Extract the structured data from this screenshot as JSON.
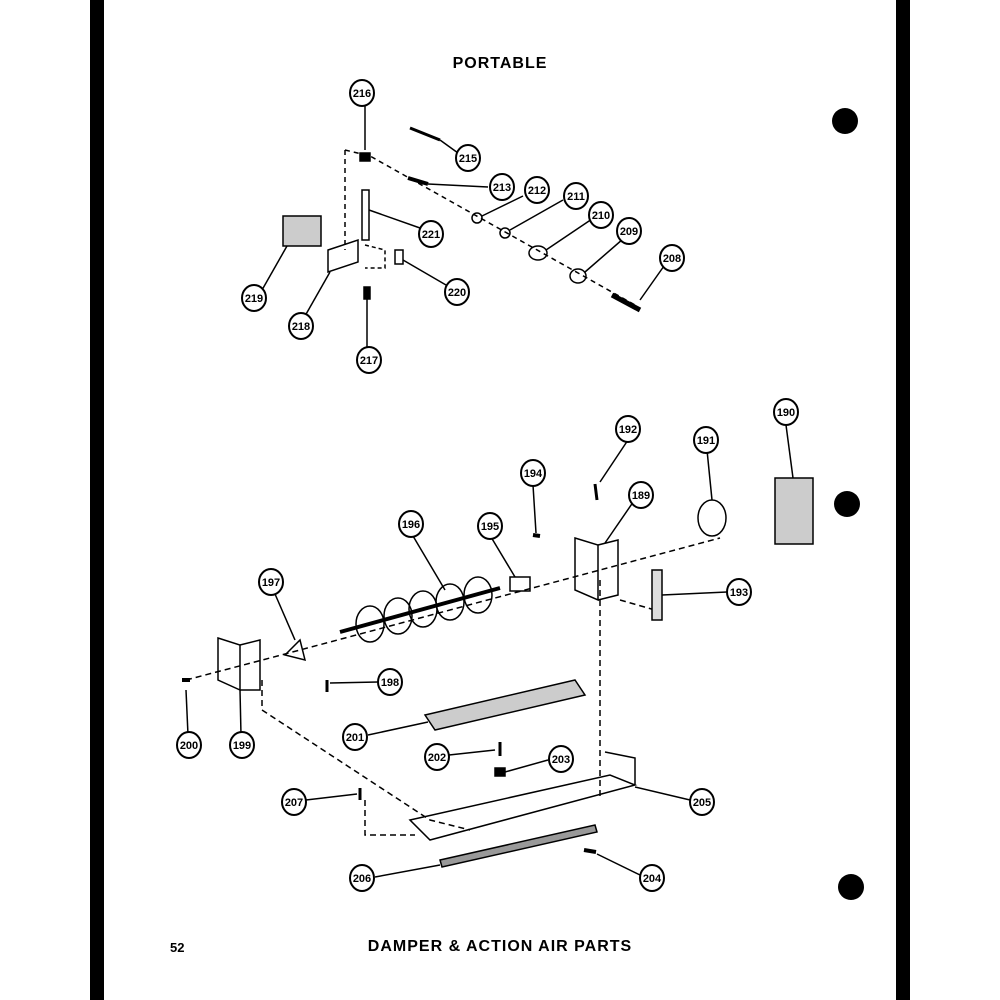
{
  "header": {
    "title": "PORTABLE"
  },
  "footer": {
    "page_number": "52",
    "title": "DAMPER & ACTION AIR PARTS"
  },
  "callouts": {
    "c216": "216",
    "c215": "215",
    "c213": "213",
    "c212": "212",
    "c211": "211",
    "c210": "210",
    "c209": "209",
    "c208": "208",
    "c221": "221",
    "c219": "219",
    "c218": "218",
    "c220": "220",
    "c217": "217",
    "c190": "190",
    "c192": "192",
    "c191": "191",
    "c194": "194",
    "c189": "189",
    "c196": "196",
    "c195": "195",
    "c197": "197",
    "c193": "193",
    "c198": "198",
    "c200": "200",
    "c199": "199",
    "c201": "201",
    "c202": "202",
    "c203": "203",
    "c207": "207",
    "c205": "205",
    "c206": "206",
    "c204": "204"
  }
}
